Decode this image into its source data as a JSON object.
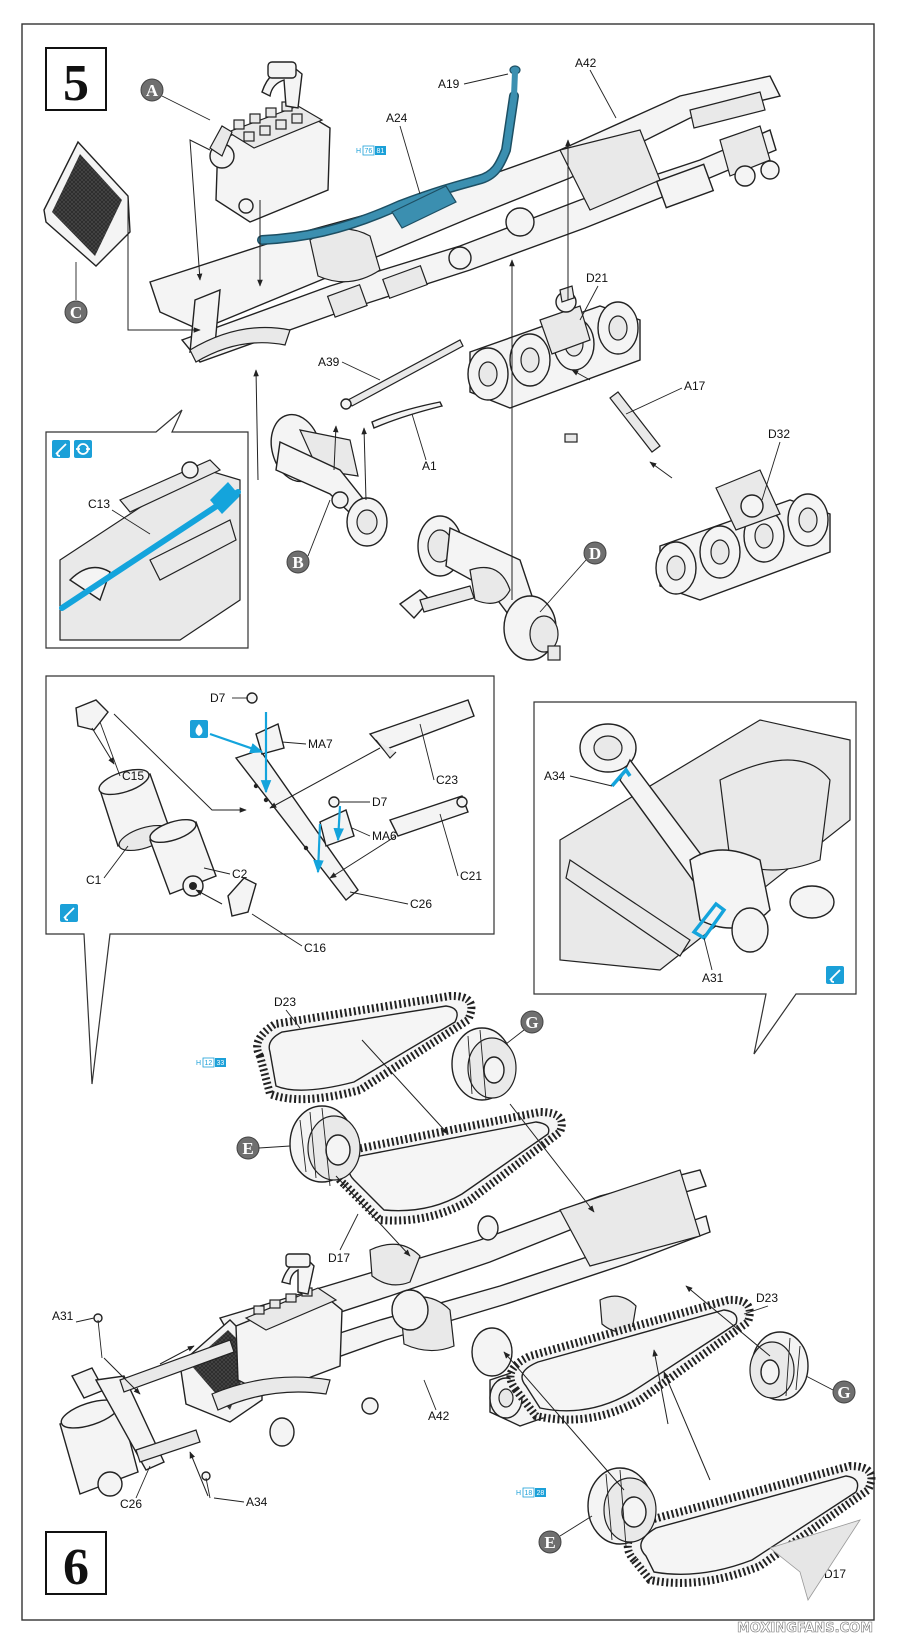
{
  "steps": {
    "five": "5",
    "six": "6"
  },
  "callouts": {
    "a": "A",
    "b": "B",
    "c": "C",
    "d": "D",
    "e": "E",
    "g": "G"
  },
  "parts": {
    "a19": "A19",
    "a42": "A42",
    "a24": "A24",
    "d21": "D21",
    "a39": "A39",
    "a17": "A17",
    "d32": "D32",
    "a1": "A1",
    "c13": "C13",
    "d7": "D7",
    "ma7": "MA7",
    "c23": "C23",
    "c15": "C15",
    "ma6": "MA6",
    "c1": "C1",
    "c2": "C2",
    "c21": "C21",
    "c26": "C26",
    "c16": "C16",
    "a34": "A34",
    "a31": "A31",
    "d23": "D23",
    "d17": "D17"
  },
  "color_refs": {
    "ref1": {
      "prefix": "H",
      "num": "76",
      "code": "81"
    },
    "ref2": {
      "prefix": "H",
      "num": "12",
      "code": "33"
    },
    "ref3": {
      "prefix": "H",
      "num": "18",
      "code": "28"
    }
  },
  "watermark": "MOXINGFANS.COM",
  "colors": {
    "accent_cyan": "#1ba0d8",
    "exhaust_blue": "#3b8fb0",
    "callout_gray": "#6f6f6f"
  }
}
